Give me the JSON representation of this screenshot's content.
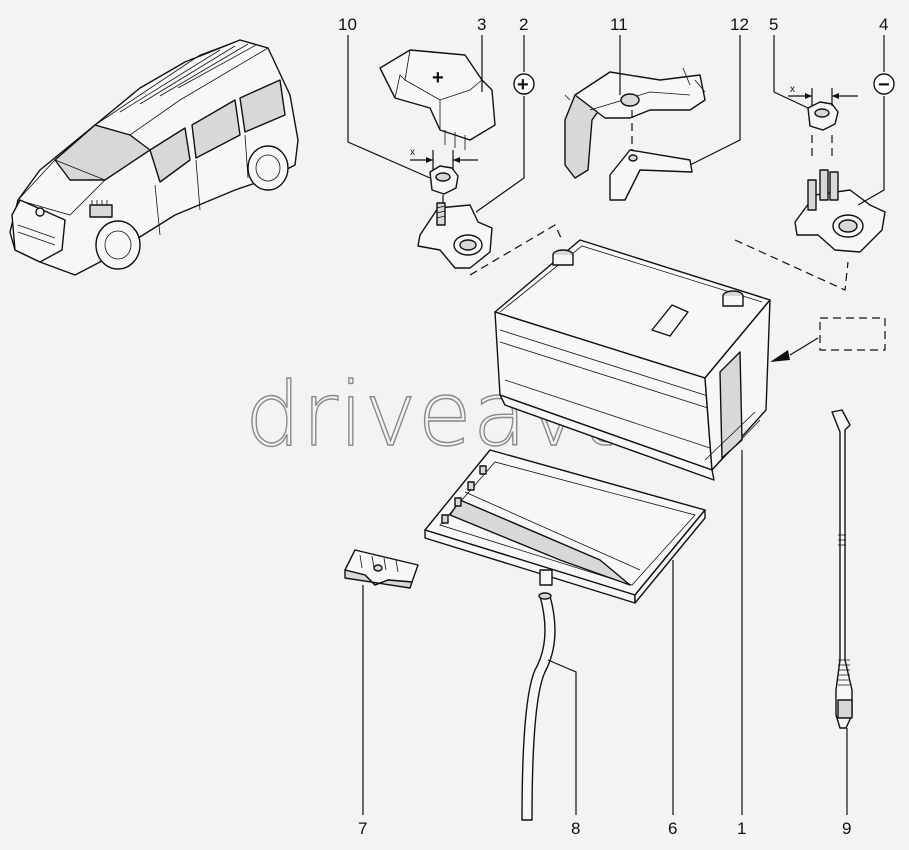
{
  "diagram": {
    "watermark": "driveavto",
    "callouts": [
      "10",
      "3",
      "2",
      "11",
      "12",
      "5",
      "4",
      "7",
      "8",
      "6",
      "1",
      "9"
    ],
    "dimension_label_left": "x",
    "dimension_label_right": "x",
    "positive_symbol": "+",
    "negative_symbol": "−",
    "cover_symbol": "+"
  }
}
